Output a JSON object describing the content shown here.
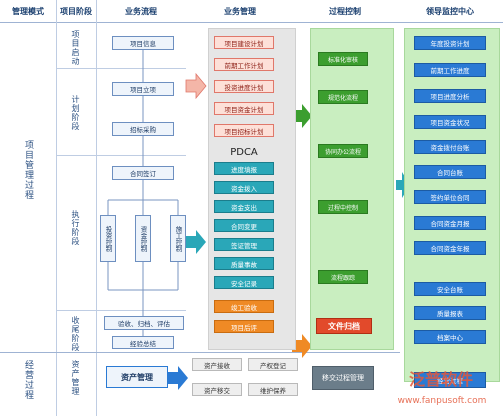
{
  "headers": {
    "mode": "管理模式",
    "stage": "项目阶段",
    "flow": "业务流程",
    "mgmt": "业务管理",
    "control": "过程控制",
    "monitor": "领导监控中心"
  },
  "left_labels": {
    "project_mgmt": "项目管理过程",
    "operation": "经营过程"
  },
  "stages": {
    "s1": "项目启动",
    "s2": "计划阶段",
    "s3": "执行阶段",
    "s4": "收尾阶段",
    "s5": "资产管理"
  },
  "flow": {
    "info": "项目信息",
    "setup": "项目立项",
    "bid": "招标采购",
    "contract": "合同签订",
    "invest": "投资控制",
    "fund": "资金控制",
    "construct": "施工控制",
    "accept": "验收、归档、评估",
    "summary": "经验总结",
    "asset": "资产管理"
  },
  "mgmt_plan": [
    "项目建设计划",
    "前期工作计划",
    "投资进度计划",
    "项目资金计划",
    "项目招标计划"
  ],
  "pdca": "PDCA",
  "mgmt_exec": [
    "进度填报",
    "资金拨入",
    "资金支出",
    "合同变更",
    "签证管理",
    "质量事故",
    "安全记录"
  ],
  "mgmt_close": [
    "竣工验收",
    "项目后评"
  ],
  "mgmt_asset": [
    "资产接收",
    "产权登记",
    "资产移交",
    "维护保养"
  ],
  "control": {
    "c1": "标准化审核",
    "c2": "规范化流程",
    "c3": "协同办公流程",
    "c4": "过程中控制",
    "c5": "流程跟踪",
    "archive": "文件归档",
    "transfer": "移交过程管理"
  },
  "monitor": [
    "年度投资计划",
    "前期工作进度",
    "项目进度分析",
    "项目资金状况",
    "资金拨付台账",
    "合同台账",
    "签约单位合同",
    "合同资金月报",
    "合同资金年报",
    "安全台账",
    "质量报表",
    "档案中心"
  ],
  "monitor_bottom": "经营过程",
  "watermark": {
    "brand": "泛普软件",
    "url": "www.fanpusoft.com"
  },
  "colors": {
    "panel_gray": "#e6e6e6",
    "panel_green": "#c9eec0",
    "monitor_item": "#2a7ad4",
    "accent_red": "#e24a2b"
  }
}
